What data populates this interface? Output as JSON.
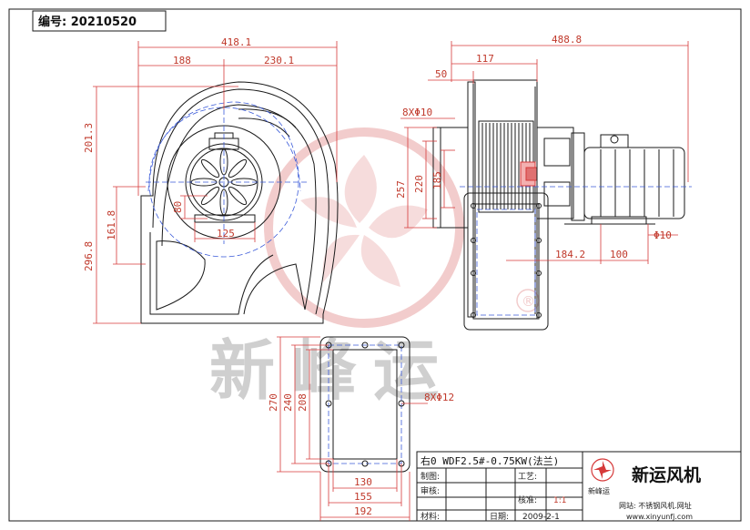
{
  "header": {
    "serial_label": "编号: 20210520"
  },
  "dimensions": {
    "front_total_width": "418.1",
    "front_left_width": "188",
    "front_right_width": "230.1",
    "front_upper_height": "201.3",
    "front_lower_height": "161.8",
    "front_total_height": "296.8",
    "front_inner_80": "80",
    "front_inner_125": "125",
    "side_total_width": "488.8",
    "side_117": "117",
    "side_50": "50",
    "side_holes": "8XΦ10",
    "side_257": "257",
    "side_220": "220",
    "side_185": "185",
    "side_184_2": "184.2",
    "side_100": "100",
    "side_phi10": "Φ10",
    "flange_270": "270",
    "flange_240": "240",
    "flange_208": "208",
    "flange_holes": "8XΦ12",
    "flange_130": "130",
    "flange_155": "155",
    "flange_192": "192"
  },
  "watermark": {
    "text": "新峰运",
    "mark": "®"
  },
  "title_block": {
    "model": "右0 WDF2.5#-0.75KW(法兰)",
    "drafter_label": "制图:",
    "reviewer_label": "审核:",
    "material_label": "材料:",
    "process_label": "工艺:",
    "approve_label": "核准:",
    "scale_value": "1:1",
    "date_label": "日期:",
    "date_value": "2009-2-1",
    "logo_text": "新峰运",
    "company_name": "新运风机",
    "website_label": "网站: 不锈钢风机.网址",
    "website_url": "www.xinyunfj.com"
  },
  "colors": {
    "dimension": "#c0392b",
    "centerline": "#3b5bd9",
    "outline": "#1a1a1a",
    "watermark": "#e8a3a3"
  }
}
